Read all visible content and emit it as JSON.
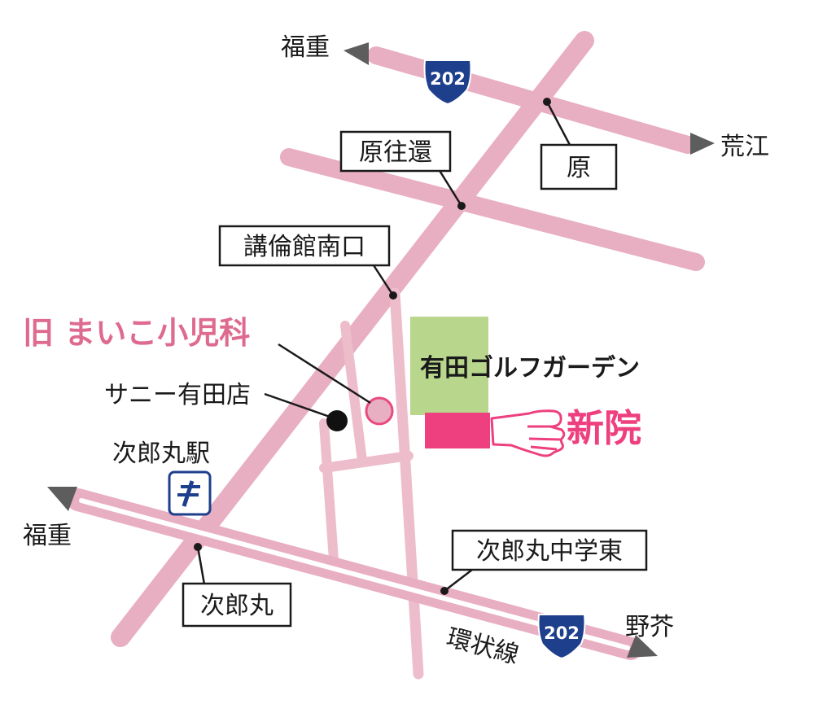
{
  "colors": {
    "road": "#e8aec2",
    "road_light": "#edbdcc",
    "accent": "#e84a7f",
    "old_clinic_text": "#de6b8f",
    "golf": "#b8d68c",
    "new_clinic": "#ee3f7e",
    "route_shield": "#1d3f8c",
    "arrow": "#5d5d5d"
  },
  "directions": {
    "fukushige_top": "福重",
    "arae": "荒江",
    "fukushige_left": "福重",
    "noke": "野芥"
  },
  "route_shields": {
    "top": "202",
    "bottom": "202"
  },
  "intersections": {
    "hara": "原",
    "harao": "原往還",
    "korinkan": "講倫館南口",
    "jiromaru": "次郎丸",
    "jiromaru_chu": "次郎丸中学東"
  },
  "landmarks": {
    "old_clinic": "旧 まいこ小児科",
    "sunny": "サニー有田店",
    "station": "次郎丸駅",
    "golf": "有田ゴルフガーデン",
    "new_clinic": "新院"
  },
  "road_names": {
    "ring": "環状線"
  },
  "icons": {
    "station_icon": "subway-station-icon",
    "pointing_hand": "pointing-hand-icon"
  }
}
